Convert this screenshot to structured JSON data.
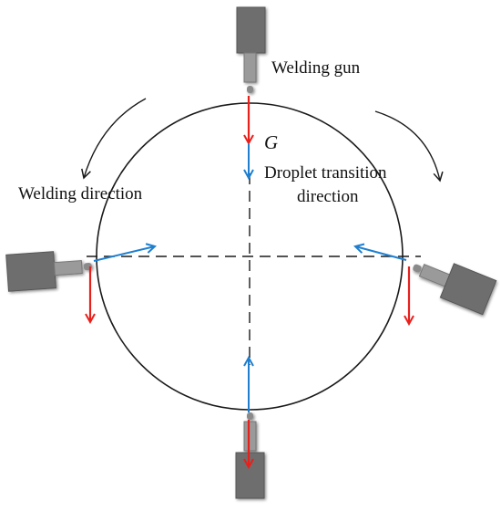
{
  "labels": {
    "welding_gun": "Welding gun",
    "gravity_symbol": "G",
    "droplet_line1": "Droplet transition",
    "droplet_line2": "direction",
    "welding_direction": "Welding direction"
  },
  "colors": {
    "gravity_arrow": "#e8201b",
    "droplet_arrow": "#1e7fd0",
    "gun_body": "#6e6e6e",
    "gun_nozzle": "#9a9a9a",
    "outline": "#1a1a1a"
  },
  "icons": {
    "welding_gun": "welding-gun-icon",
    "rotation": "curved-arrow-icon"
  }
}
